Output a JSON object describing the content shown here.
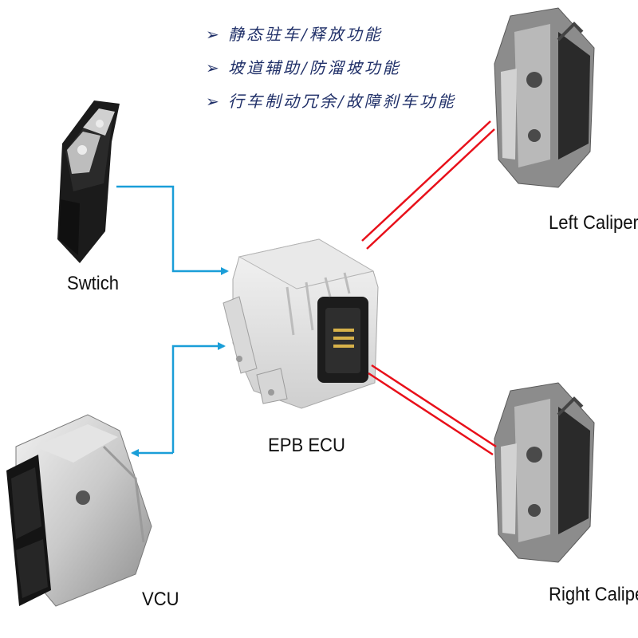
{
  "features": [
    {
      "bullet": "➢",
      "text": "静态驻车/释放功能"
    },
    {
      "bullet": "➢",
      "text": "坡道辅助/防溜坡功能"
    },
    {
      "bullet": "➢",
      "text": "行车制动冗余/故障刹车功能"
    }
  ],
  "nodes": {
    "switch_label": "Swtich",
    "ecu_label": "EPB ECU",
    "vcu_label": "VCU",
    "left_caliper_label": "Left Caliper",
    "right_caliper_label": "Right Caliper"
  },
  "colors": {
    "signal_line": "#1a9ed8",
    "power_line": "#e8101a",
    "text": "#1f2f68"
  }
}
